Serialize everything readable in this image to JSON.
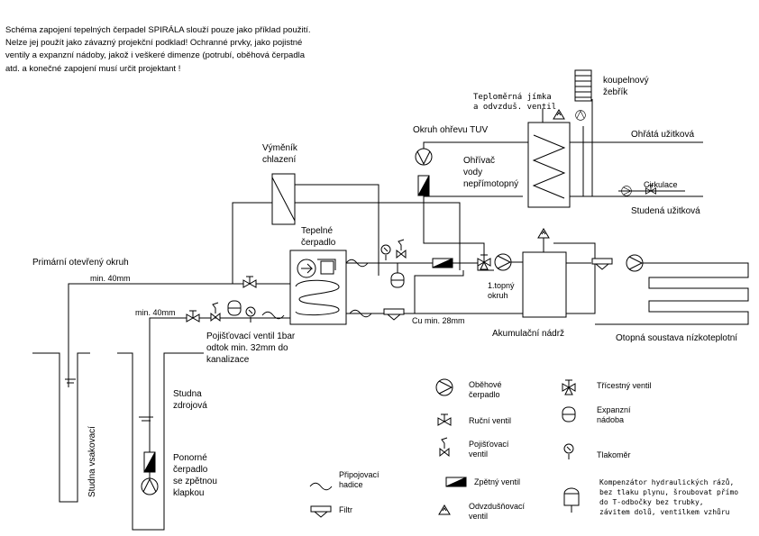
{
  "note": "Schéma zapojení tepelných čerpadel SPIRÁLA slouží pouze jako příklad použití.\nNelze jej použít jako závazný projekční podklad! Ochranné prvky, jako pojistné\nventily a expanzní nádoby, jakož i veškeré dimenze (potrubí, oběhová čerpadla\natd. a konečné zapojení musí určit projektant !",
  "labels": {
    "heat_exchanger": "Výměník\nchlazení",
    "heat_pump": "Tepelné\nčerpadlo",
    "primary_open_circuit": "Primární otevřený okruh",
    "min40_a": "min. 40mm",
    "min40_b": "min. 40mm",
    "safety_valve_note": "Pojišťovací ventil 1bar\nodtok min. 32mm do\nkanalizace",
    "source_well": "Studna\nzdrojová",
    "seepage_well": "Studna vsakovací",
    "submersible_pump": "Ponorné\nčerpadlo\nse zpětnou\nklapkou",
    "thermometer_well": "Teploměrná jímka\na odvzduš. ventil",
    "dhw_circuit": "Okruh ohřevu TUV",
    "indirect_heater": "Ohřívač\nvody\nnepřímotopný",
    "bathroom_ladder": "koupelnový\nžebřík",
    "hot_water": "Ohřátá užitková",
    "circulation": "Cirkulace",
    "cold_water": "Studená užitková",
    "first_heating_circuit": "1.topný\nokruh",
    "cu_min": "Cu min. 28mm",
    "accumulation_tank": "Akumulační nádrž",
    "floor_heating": "Otopná soustava nízkoteplotní"
  },
  "legend": {
    "circulation_pump": "Oběhové\nčerpadlo",
    "manual_valve": "Ruční ventil",
    "safety_valve": "Pojišťovací\nventil",
    "flexible_hose": "Připojovací\nhadice",
    "filter": "Filtr",
    "check_valve": "Zpětný ventil",
    "air_vent": "Odvzdušňovací\nventil",
    "three_way_valve": "Třícestný ventil",
    "expansion_vessel": "Expanzní\nnádoba",
    "pressure_gauge": "Tlakoměr",
    "hydraulic_compensator": "Kompenzátor hydraulických rázů,\nbez tlaku plynu, šroubovat přímo\ndo T-odbočky bez trubky,\nzávitem dolů, ventilkem vzhůru"
  }
}
